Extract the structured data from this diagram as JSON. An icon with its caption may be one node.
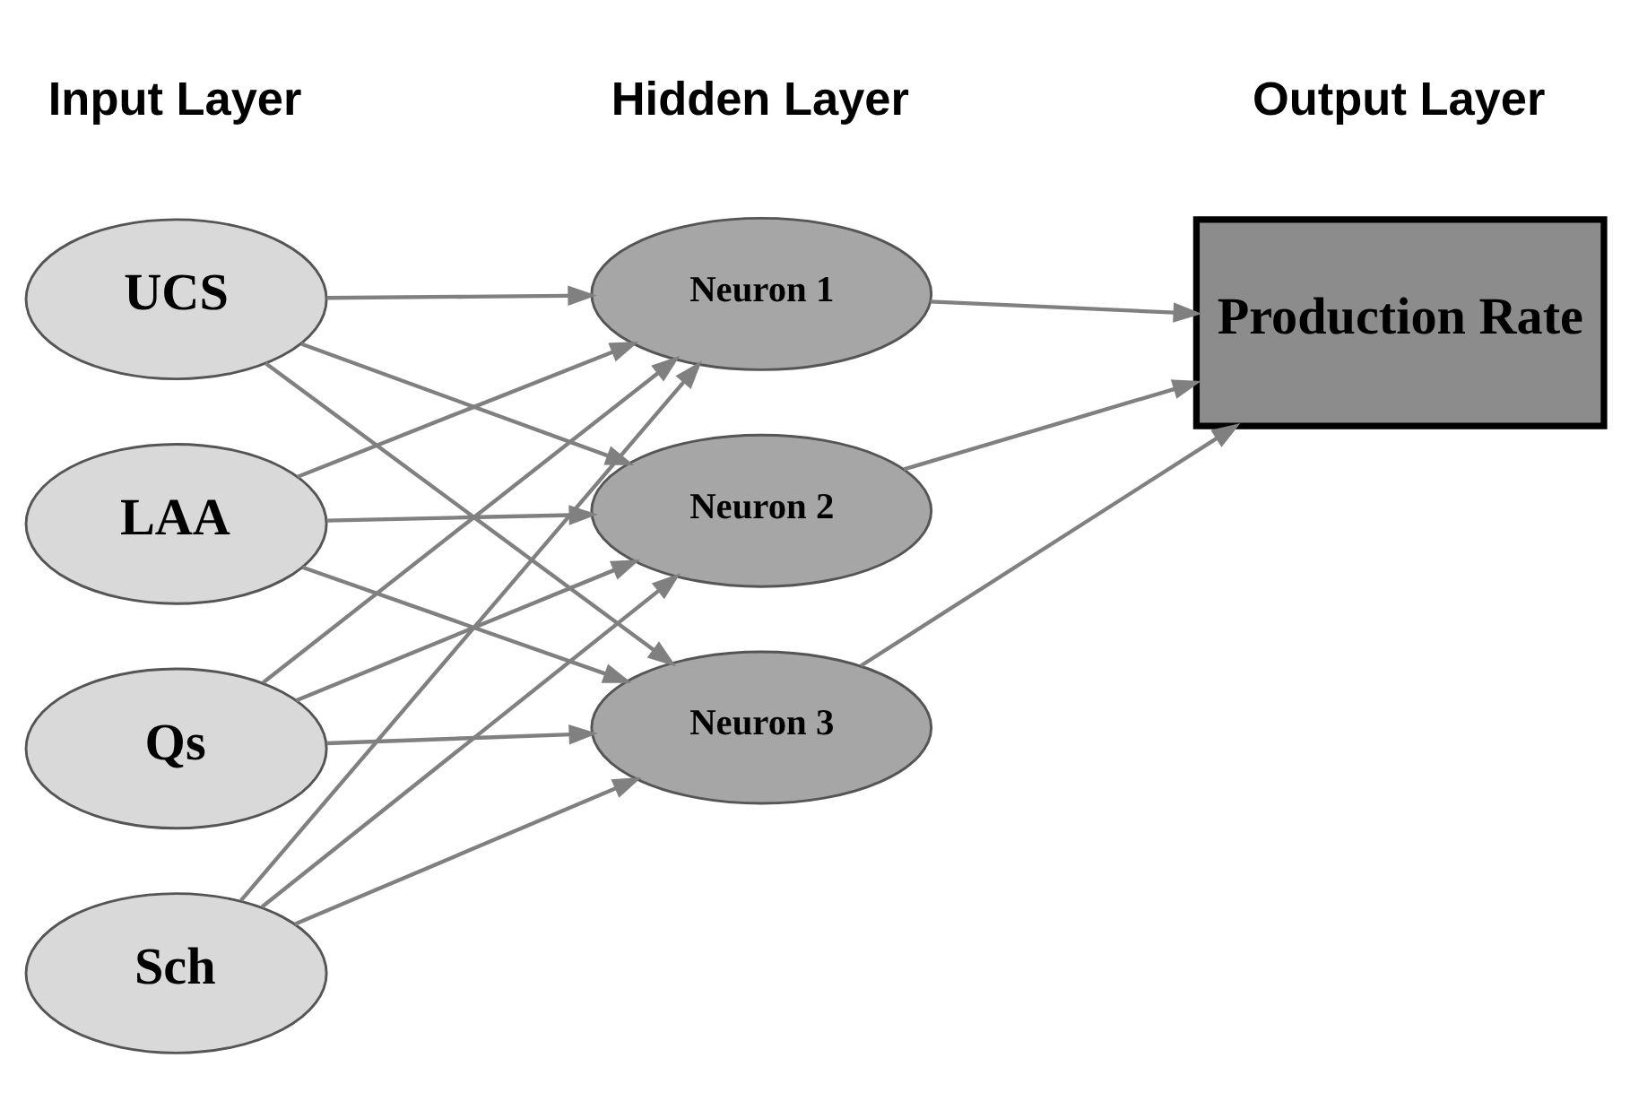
{
  "diagram": {
    "nodes": [
      {
        "text": [
          "UCS"
        ]
      },
      {
        "text": [
          "LAA"
        ]
      },
      {
        "text": [
          "Qs"
        ]
      },
      {
        "text": [
          "Sch"
        ]
      },
      {
        "text": [
          "Neuron 1"
        ]
      },
      {
        "text": [
          "Neuron 2"
        ]
      },
      {
        "text": [
          "Neuron 3"
        ]
      },
      {
        "text": [
          "Production Rate"
        ]
      }
    ],
    "edges": [
      {
        "from": 0,
        "to": 4,
        "arrow": "to"
      },
      {
        "from": 0,
        "to": 5,
        "arrow": "to"
      },
      {
        "from": 0,
        "to": 6,
        "arrow": "to"
      },
      {
        "from": 1,
        "to": 4,
        "arrow": "to"
      },
      {
        "from": 1,
        "to": 5,
        "arrow": "to"
      },
      {
        "from": 1,
        "to": 6,
        "arrow": "to"
      },
      {
        "from": 2,
        "to": 4,
        "arrow": "to"
      },
      {
        "from": 2,
        "to": 5,
        "arrow": "to"
      },
      {
        "from": 2,
        "to": 6,
        "arrow": "to"
      },
      {
        "from": 3,
        "to": 4,
        "arrow": "to"
      },
      {
        "from": 3,
        "to": 5,
        "arrow": "to"
      },
      {
        "from": 3,
        "to": 6,
        "arrow": "to"
      },
      {
        "from": 4,
        "to": 7,
        "arrow": "to"
      },
      {
        "from": 5,
        "to": 7,
        "arrow": "to"
      },
      {
        "from": 6,
        "to": 7,
        "arrow": "to"
      }
    ],
    "labels": [
      "Input Layer",
      "Hidden Layer",
      "Output Layer"
    ]
  }
}
